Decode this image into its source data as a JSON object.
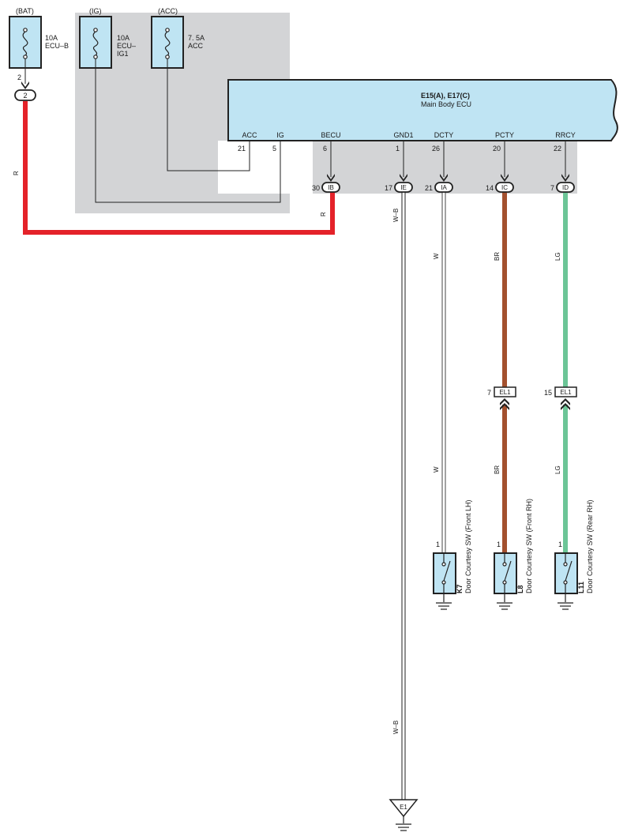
{
  "fuses": [
    {
      "source": "(BAT)",
      "line1": "10A",
      "line2": "ECU–B",
      "line3": "",
      "pin_out": "2"
    },
    {
      "source": "(IG)",
      "line1": "10A",
      "line2": "ECU–",
      "line3": "IG1"
    },
    {
      "source": "(ACC)",
      "line1": "7. 5A",
      "line2": "ACC",
      "line3": ""
    }
  ],
  "ecu": {
    "title": "E15(A), E17(C)",
    "subtitle": "Main Body ECU",
    "pins": [
      {
        "name": "ACC",
        "num": "21"
      },
      {
        "name": "IG",
        "num": "5"
      },
      {
        "name": "BECU",
        "num": "6"
      },
      {
        "name": "GND1",
        "num": "1"
      },
      {
        "name": "DCTY",
        "num": "26"
      },
      {
        "name": "PCTY",
        "num": "20"
      },
      {
        "name": "RRCY",
        "num": "22"
      }
    ]
  },
  "connectors": [
    {
      "pin": "2",
      "code": "2"
    },
    {
      "pin": "30",
      "code": "IB"
    },
    {
      "pin": "17",
      "code": "IE"
    },
    {
      "pin": "21",
      "code": "IA"
    },
    {
      "pin": "14",
      "code": "IC"
    },
    {
      "pin": "7",
      "code": "ID"
    }
  ],
  "inline_connectors": [
    {
      "pin": "7",
      "code": "EL1"
    },
    {
      "pin": "15",
      "code": "EL1"
    }
  ],
  "wire_colors": {
    "red_upper": "R",
    "red_lower": "R",
    "wb_upper": "W–B",
    "wb_lower": "W–B",
    "w_upper": "W",
    "w_lower": "W",
    "br_upper": "BR",
    "br_lower": "BR",
    "lg_upper": "LG",
    "lg_lower": "LG"
  },
  "switches": [
    {
      "pin": "1",
      "code": "K7",
      "name": "Door Courtesy SW (Front LH)"
    },
    {
      "pin": "1",
      "code": "L8",
      "name": "Door Courtesy SW (Front RH)"
    },
    {
      "pin": "1",
      "code": "L11",
      "name": "Door Courtesy SW (Rear RH)"
    }
  ],
  "ground": {
    "label": "E1"
  },
  "colors": {
    "red_wire": "#e42229",
    "brown_wire": "#a3502e",
    "green_wire": "#6cc597",
    "component_fill": "#bfe4f3",
    "shade_region": "#d3d4d6"
  }
}
